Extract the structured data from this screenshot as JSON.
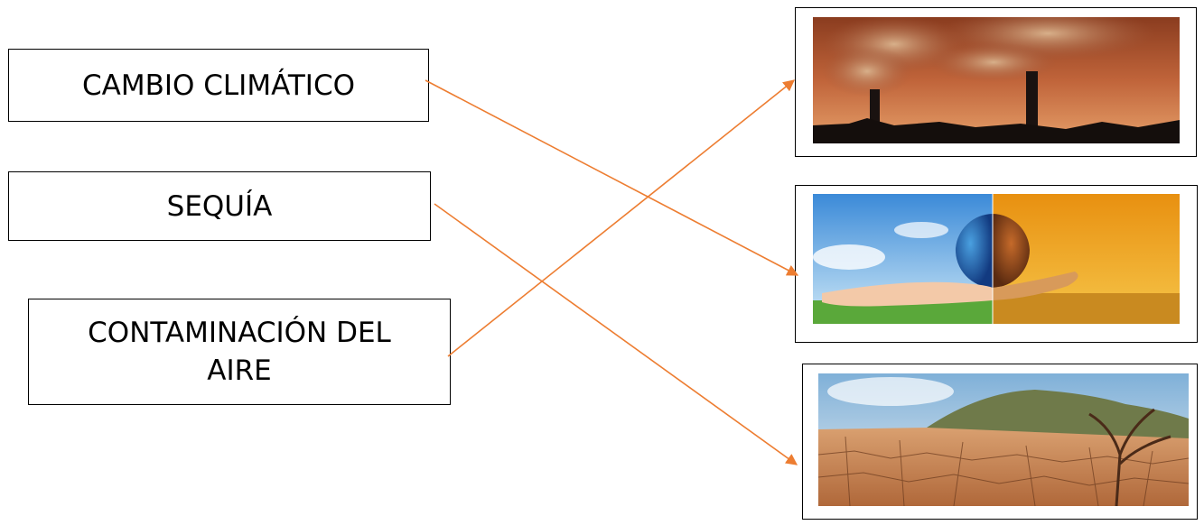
{
  "labels": {
    "cambio": "CAMBIO CLIMÁTICO",
    "sequia": "SEQUÍA",
    "contaminacion_line1": "CONTAMINACIÓN DEL",
    "contaminacion_line2": "AIRE"
  },
  "colors": {
    "arrow": "#ED7D31",
    "border": "#000000"
  }
}
